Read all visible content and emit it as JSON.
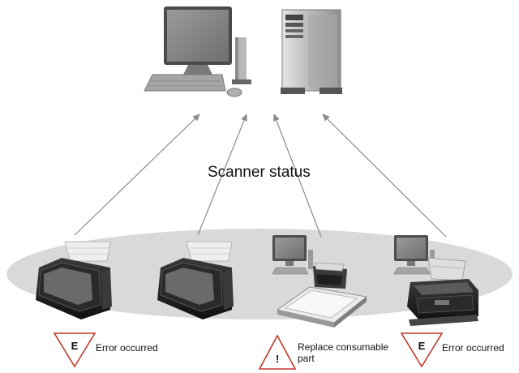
{
  "diagram": {
    "title": "Scanner status",
    "devices": [
      {
        "id": "scanner-1",
        "type": "network-scanner"
      },
      {
        "id": "scanner-2",
        "type": "network-scanner"
      },
      {
        "id": "scanner-3",
        "type": "flatbed-scanner-with-pc"
      },
      {
        "id": "scanner-4",
        "type": "sheetfed-scanner-with-pc"
      }
    ],
    "statuses": [
      {
        "device": "scanner-1",
        "symbol": "E",
        "label": "Error occurred",
        "icon": "error-triangle-icon"
      },
      {
        "device": "scanner-3",
        "symbol": "!",
        "label": "Replace consumable part",
        "icon": "warning-triangle-icon"
      },
      {
        "device": "scanner-4",
        "symbol": "E",
        "label": "Error occurred",
        "icon": "error-triangle-icon"
      }
    ],
    "colors": {
      "error": "#c0392b",
      "arrow": "#8a8a8a",
      "platform": "#d9d9d9"
    }
  }
}
